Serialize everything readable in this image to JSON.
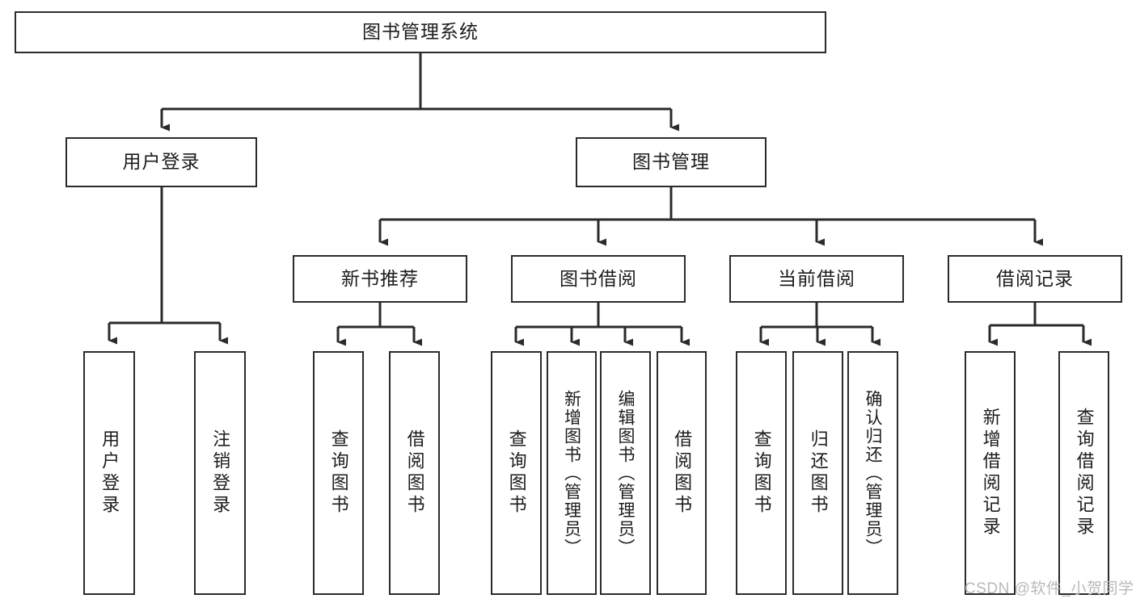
{
  "diagram": {
    "type": "tree-hierarchy-chart",
    "title": "图书管理系统",
    "orientation": "top-down",
    "colors": {
      "box_border": "#2b2b2b",
      "box_fill": "#ffffff",
      "connector": "#2b2b2b",
      "text": "#1c1c1c",
      "watermark": "#b9b9b9",
      "background": "#ffffff"
    },
    "levels": {
      "root": {
        "label": "图书管理系统"
      },
      "level2": [
        {
          "label": "用户登录"
        },
        {
          "label": "图书管理"
        }
      ],
      "level3": [
        {
          "label": "新书推荐"
        },
        {
          "label": "图书借阅"
        },
        {
          "label": "当前借阅"
        },
        {
          "label": "借阅记录"
        }
      ],
      "leaves": {
        "user_login": [
          {
            "label": "用户登录"
          },
          {
            "label": "注销登录"
          }
        ],
        "new_book_recommend": [
          {
            "label": "查询图书"
          },
          {
            "label": "借阅图书"
          }
        ],
        "book_borrow": [
          {
            "label": "查询图书"
          },
          {
            "label": "新增图书（管理员）"
          },
          {
            "label": "编辑图书（管理员）"
          },
          {
            "label": "借阅图书"
          }
        ],
        "current_borrow": [
          {
            "label": "查询图书"
          },
          {
            "label": "归还图书"
          },
          {
            "label": "确认归还（管理员）"
          }
        ],
        "borrow_record": [
          {
            "label": "新增借阅记录"
          },
          {
            "label": "查询借阅记录"
          }
        ]
      }
    },
    "watermark": "CSDN @软件_小贺同学"
  }
}
